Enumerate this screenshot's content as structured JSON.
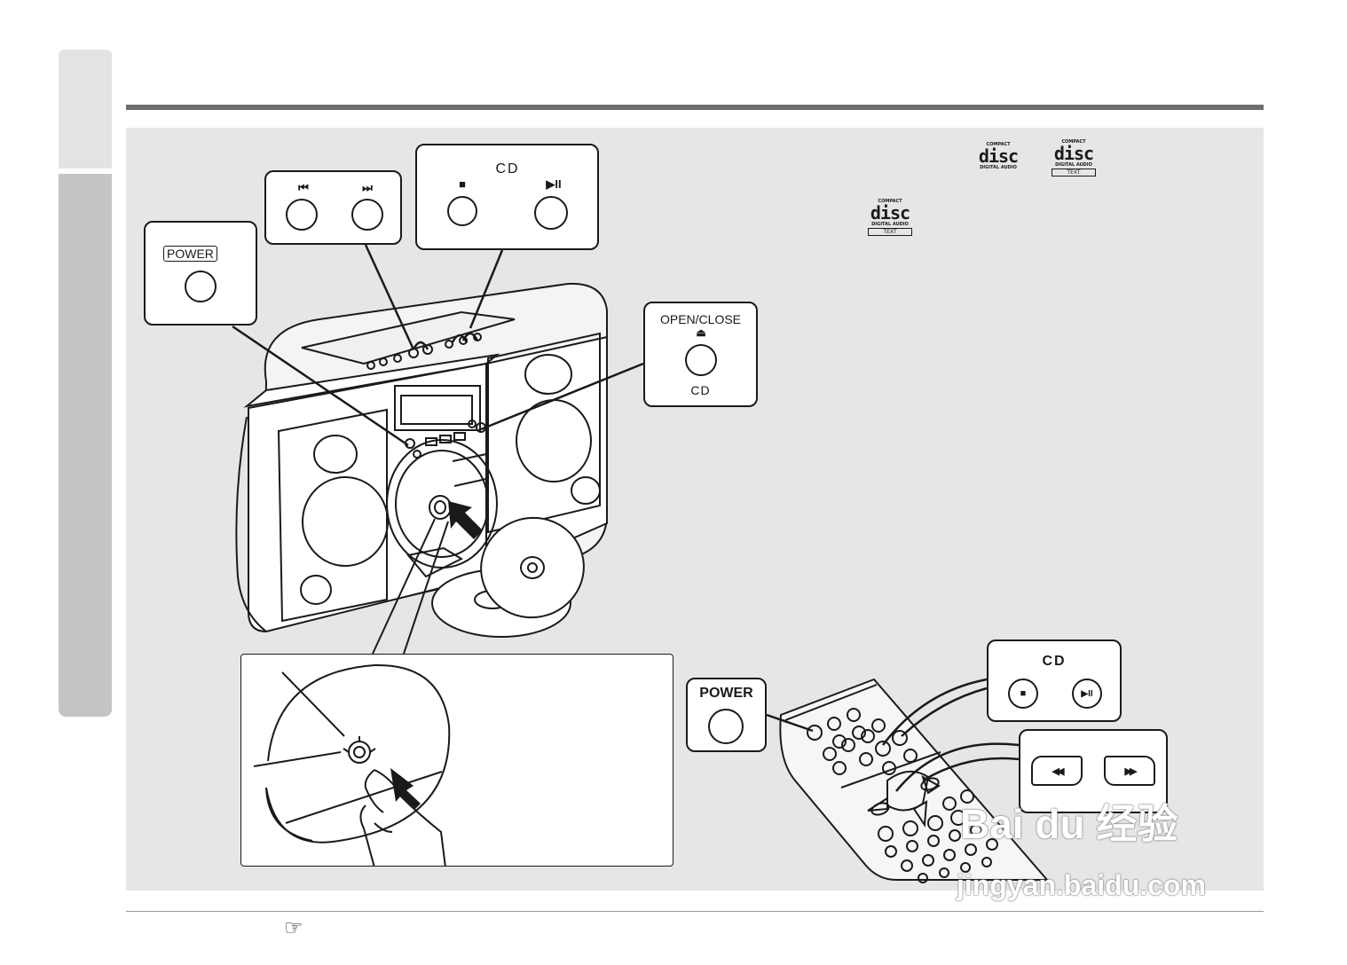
{
  "controls": {
    "power_label": "POWER",
    "skip_back_glyph": "⏮",
    "skip_fwd_glyph": "⏭",
    "cd_label": "CD",
    "stop_glyph": "■",
    "play_pause_glyph": "▶II",
    "open_close_label": "OPEN/CLOSE",
    "eject_glyph": "⏏",
    "open_close_cd_label": "CD"
  },
  "remote": {
    "power_label": "POWER",
    "cd_label": "CD",
    "stop_glyph": "■",
    "play_pause_glyph": "▶II",
    "skip_back_glyph": "◀◀",
    "skip_fwd_glyph": "▶▶"
  },
  "logos": {
    "compact": "COMPACT",
    "disc": "disc",
    "digital_audio": "DIGITAL AUDIO",
    "text": "TEXT"
  },
  "footer": {
    "pointer_glyph": "☞"
  },
  "watermark": {
    "brand": "Bai du 经验",
    "url": "jingyan.baidu.com"
  }
}
